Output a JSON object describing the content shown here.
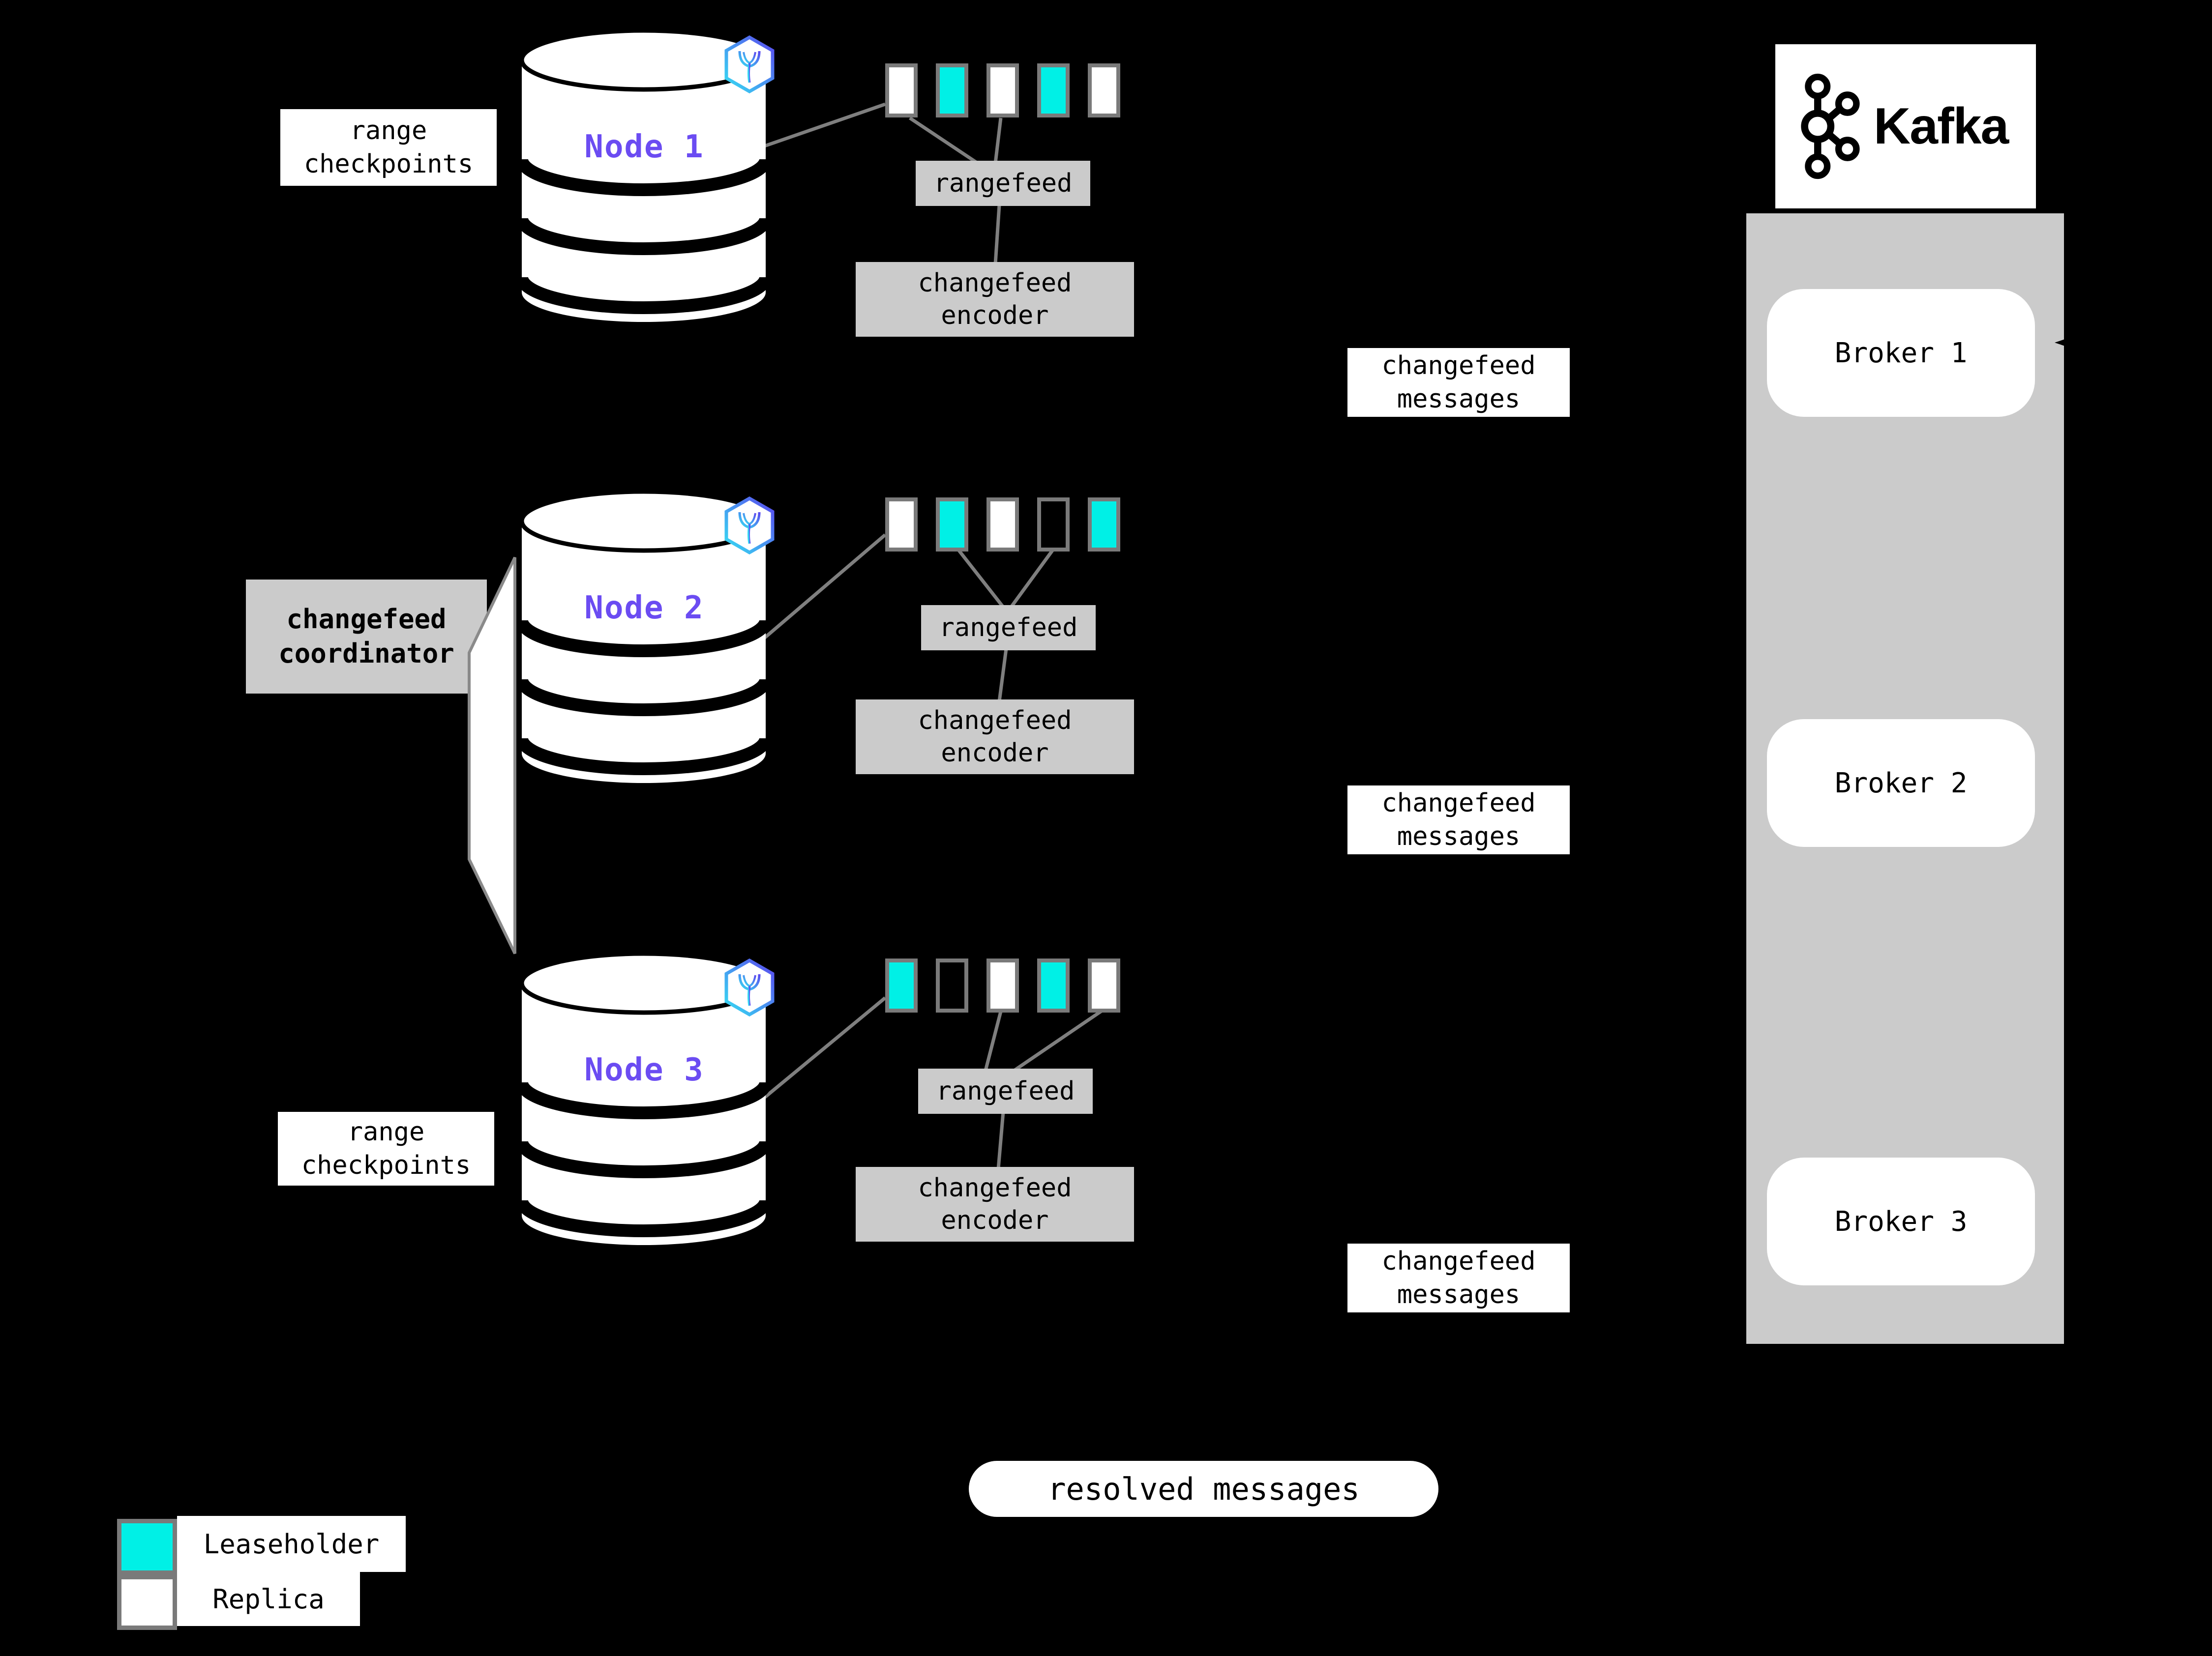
{
  "colors": {
    "background": "#000000",
    "leaseholder_teal": "#00f0e6",
    "replica_white": "#ffffff",
    "node_label_purple": "#6b4cf2",
    "box_gray": "#cbcbcb",
    "line_gray": "#7f7f7f",
    "border_gray": "#7a7a7a"
  },
  "nodes": [
    {
      "name": "Node 1",
      "side_label_lines": [
        "range",
        "checkpoints"
      ],
      "rangefeed_label": "rangefeed",
      "encoder_lines": [
        "changefeed",
        "encoder"
      ],
      "ranges": [
        "replica",
        "leaseholder",
        "replica",
        "leaseholder",
        "replica"
      ]
    },
    {
      "name": "Node 2",
      "side_label_lines": [
        "changefeed",
        "coordinator"
      ],
      "rangefeed_label": "rangefeed",
      "encoder_lines": [
        "changefeed",
        "encoder"
      ],
      "ranges": [
        "replica",
        "leaseholder",
        "replica",
        "empty",
        "leaseholder"
      ]
    },
    {
      "name": "Node 3",
      "side_label_lines": [
        "range",
        "checkpoints"
      ],
      "rangefeed_label": "rangefeed",
      "encoder_lines": [
        "changefeed",
        "encoder"
      ],
      "ranges": [
        "leaseholder",
        "empty",
        "replica",
        "leaseholder",
        "replica"
      ]
    }
  ],
  "messages": {
    "changefeed_lines": [
      "changefeed",
      "messages"
    ],
    "resolved": "resolved messages"
  },
  "kafka": {
    "wordmark": "Kafka",
    "brokers": [
      "Broker 1",
      "Broker 2",
      "Broker 3"
    ]
  },
  "legend": {
    "leaseholder_label": "Leaseholder",
    "replica_label": "Replica"
  }
}
